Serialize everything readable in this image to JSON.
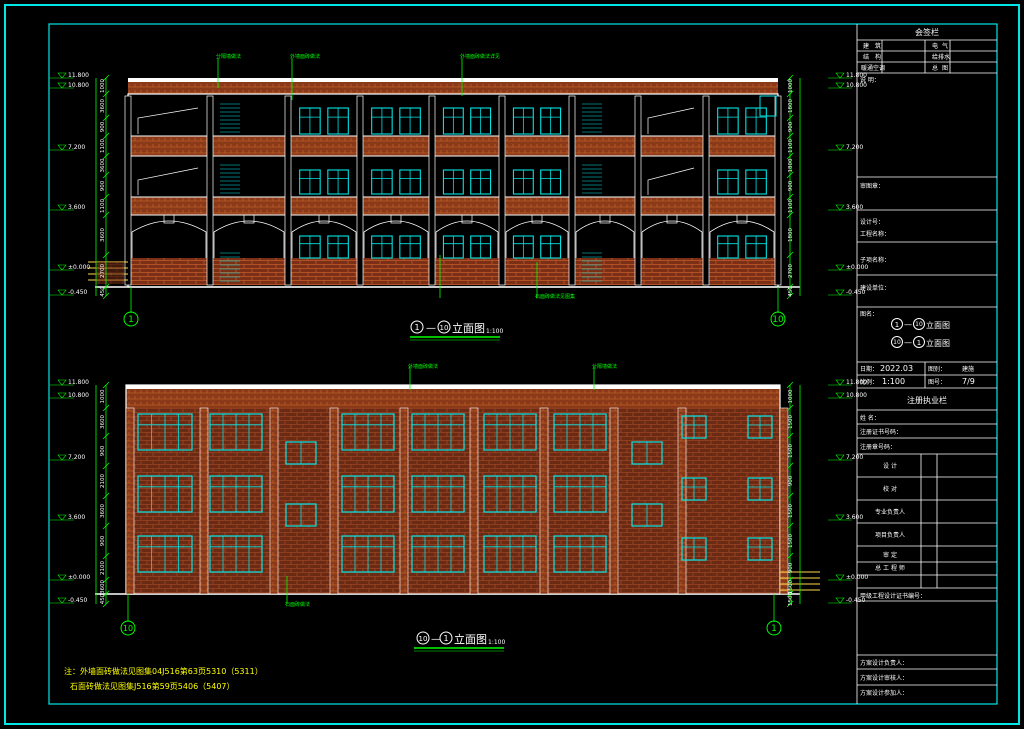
{
  "sheet": {
    "colors": {
      "frame": "#00e5e5",
      "lines": "#ffffff",
      "dim": "#00ff00",
      "brick": "#8b3a1e",
      "window": "#00e5e5",
      "text_yellow": "#ffff00"
    }
  },
  "elevation_top": {
    "title_left_axis": "1",
    "title_right_axis": "10",
    "title_text": "立面图",
    "scale": "1:100",
    "axis_bottom_left": "1",
    "axis_bottom_right": "10",
    "levels_left": [
      "11.800",
      "10.800",
      "7.200",
      "3.600",
      "±0.000",
      "-0.450"
    ],
    "levels_right": [
      "11.800",
      "10.800",
      "7.200",
      "3.600",
      "±0.000",
      "-0.450"
    ],
    "dims_left": [
      "1000",
      "3600",
      "900",
      "1100",
      "3600",
      "900",
      "1100",
      "3600",
      "2700",
      "450",
      "450",
      "12250"
    ],
    "dims_right": [
      "1000",
      "1800",
      "900",
      "1100",
      "1800",
      "900",
      "1100",
      "1800",
      "2700",
      "450",
      "450",
      "12250"
    ]
  },
  "elevation_bottom": {
    "title_left_axis": "10",
    "title_right_axis": "1",
    "title_text": "立面图",
    "scale": "1:100",
    "axis_bottom_left": "10",
    "axis_bottom_right": "1",
    "levels_left": [
      "11.800",
      "10.800",
      "7.200",
      "3.600",
      "±0.000",
      "-0.450"
    ],
    "levels_right": [
      "11.800",
      "10.800",
      "7.200",
      "3.600",
      "±0.000",
      "-0.450"
    ],
    "dims_left": [
      "1000",
      "3600",
      "900",
      "2100",
      "3600",
      "900",
      "2100",
      "3600",
      "450",
      "450",
      "12250"
    ],
    "dims_right": [
      "1000",
      "1500",
      "1500",
      "900",
      "1500",
      "1500",
      "900",
      "1500",
      "1500",
      "450",
      "450",
      "12250"
    ]
  },
  "notes": {
    "line1": "注：外墙面砖做法见图集04J516第63页5310（5311）",
    "line2": "石面砖做法见图集J516第59页5406（5407）"
  },
  "title_block": {
    "header": "会签栏",
    "sign_rows": [
      [
        "建",
        "筑",
        "电",
        "气"
      ],
      [
        "结",
        "构",
        "给排水"
      ],
      [
        "暖通空调",
        "",
        "总",
        "图"
      ]
    ],
    "remark_label": "说 明：",
    "review_label": "审图章：",
    "design_no_label": "设计号：",
    "project_name_label": "工程名称：",
    "sub_project_label": "子项名称：",
    "client_label": "建设单位：",
    "drawing_name_label": "图名：",
    "drawing_name_1_a": "1",
    "drawing_name_1_b": "10",
    "drawing_name_1_suffix": "立面图",
    "drawing_name_2_a": "10",
    "drawing_name_2_b": "1",
    "drawing_name_2_suffix": "立面图",
    "date_label": "日期：",
    "date_value": "2022.03",
    "category_label": "图别：",
    "category_value": "建施",
    "scale_label": "比例：",
    "scale_value": "1:100",
    "sheet_no_label": "图号：",
    "sheet_no_value": "7/9",
    "seal_header": "注册执业栏",
    "seal_rows": [
      "姓 名：",
      "注册证书号码：",
      "注册章号码："
    ],
    "roles": [
      "设  计",
      "校  对",
      "专业负责人",
      "项目负责人",
      "审  定",
      "总 工 程 师"
    ],
    "cert_label": "甲级工程设计证书编号：",
    "bottom_rows": [
      "方案设计负责人：",
      "方案设计审核人：",
      "方案设计参加人："
    ]
  }
}
